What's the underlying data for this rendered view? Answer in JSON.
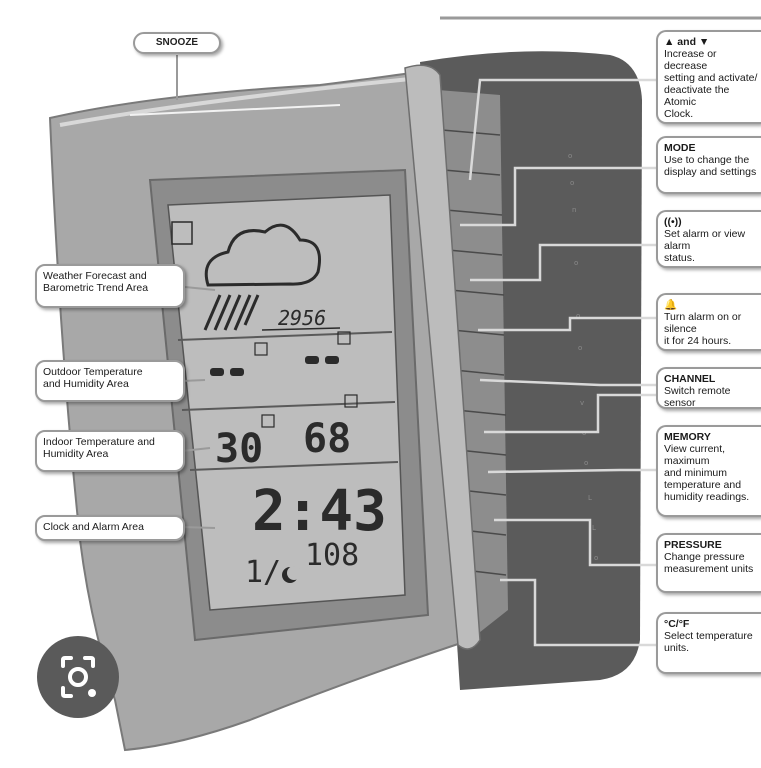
{
  "colors": {
    "device_body": "#a9a9a9",
    "device_side": "#555555",
    "lcd_bg": "#bdbdbd",
    "lcd_ink": "#2b2b2b",
    "callout_border": "#9a9a9a",
    "lens_button": "#5a5a5a"
  },
  "top_label": "SNOOZE",
  "left_callouts": [
    {
      "text": "Weather Forecast and\nBarometric Trend Area"
    },
    {
      "text": "Outdoor Temperature\nand Humidity Area"
    },
    {
      "text": "Indoor Temperature and\nHumidity Area"
    },
    {
      "text": "Clock and Alarm Area"
    }
  ],
  "right_callouts": [
    {
      "title": "▲  and  ▼",
      "text": "Increase or decrease\nsetting and activate/\ndeactivate the Atomic\nClock."
    },
    {
      "title": "MODE",
      "text": "Use to change the\ndisplay and settings"
    },
    {
      "title": "((•))",
      "text": "Set alarm or view alarm\nstatus."
    },
    {
      "title": "🔔",
      "text": "Turn alarm on or silence\nit for 24 hours."
    },
    {
      "title": "CHANNEL",
      "text": "Switch remote sensor"
    },
    {
      "title": "MEMORY",
      "text": "View current, maximum\nand minimum\ntemperature and\nhumidity readings."
    },
    {
      "title": "PRESSURE",
      "text": "Change pressure\nmeasurement units"
    },
    {
      "title": "°C/°F",
      "text": "Select temperature\nunits."
    }
  ],
  "lcd": {
    "pressure": "2956",
    "indoor_temp": "30",
    "indoor_humidity": "68",
    "time": "2:43",
    "date_month": "1/",
    "date_day": "108"
  },
  "icons": {
    "weather": "rain-cloud-icon",
    "lens": "image-search-icon",
    "moon": "moon-phase-icon"
  }
}
